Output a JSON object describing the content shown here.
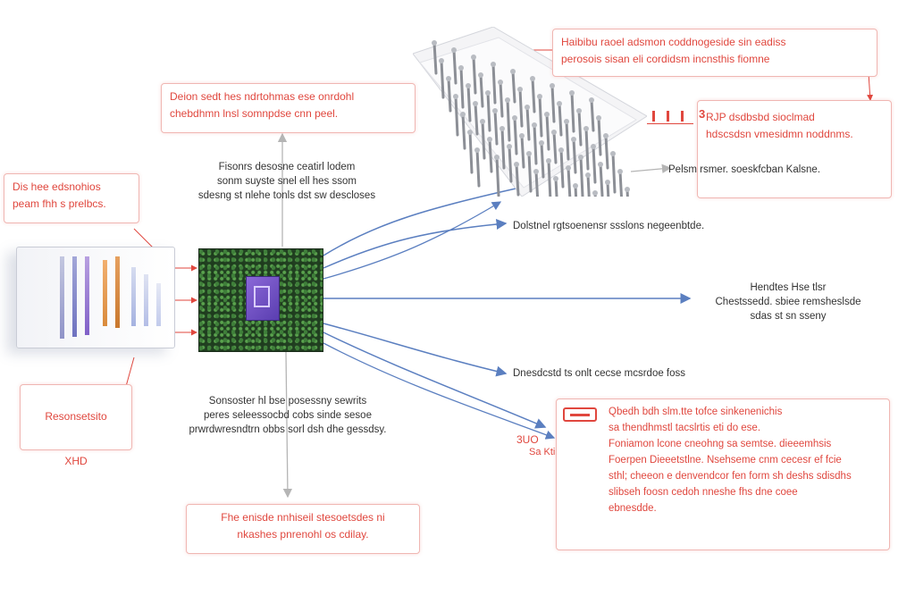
{
  "colors": {
    "annotation": "#e0473e",
    "annotation_border": "#f0b6b2",
    "arrow_blue": "#5b7fc0",
    "arrow_gray": "#b5b5b5",
    "chip_green": "#2f5a2c",
    "chip_core": "#7b5cd0"
  },
  "boxes": {
    "top_left": "Deion sedt hes ndrtohmas ese onrdohl\nchebdhmn lnsl somnpdse cnn peel.",
    "left": "Dis hee edsnohios\npeam fhh s prelbcs.",
    "bottom_left_1": "Resonsetsito",
    "bottom_left_2": "XHD",
    "bottom_center": "Fhe enisde nnhiseil stesoetsdes ni\nnkashes pnrenohl os cdilay.",
    "top_right": "Haibibu raoel adsmon coddnogeside sin eadiss\nperosois sisan eli cordidsm incnsthis fiomne",
    "right_mid": "RJP dsdbsbd sioclmad\nhdscsdsn vmesidmn noddnms.",
    "bottom_right": "Qbedh bdh slm.tte tofce sinkenenichis\nsa thendhmstl tacslrtis eti do ese.\nFoniamon lcone cneohng sa semtse. dieeemhsis\nFoerpen Dieeetstlne. Nsehseme cnm cecesr ef fcie\nsthl; cheeon e denvendcor fen form sh deshs sdisdhs\nslibseh foosn cedoh nneshe fhs dne coee\nebnesdde."
  },
  "labels": {
    "upper_center": "Fisonrs desosne ceatirl lodem\nsonm suyste snel ell hes ssom\nsdesng st nlehe tonls dst sw descloses",
    "lower_center": "Sonsoster hl bse posessny sewrits\nperes seleessocbd cobs sinde sesoe\nprwrdwresndtrn obbs sorl dsh dhe gessdsy.",
    "branch_1": "Dolstnel rgtsoenensr ssslons negeenbtde.",
    "branch_2": "Hendtes Hse tlsr\nChestssedd. sbiee remsheslsde\nsdas st sn sseny",
    "branch_3": "Dnesdcstd ts onlt cecse mcsrdoe foss",
    "pin_label": "Pelsm rsmer. soeskfcban Kalsne.",
    "mark_pins": "3",
    "mark_output": "3UO",
    "mark_output_sub": "Sa Kti"
  }
}
